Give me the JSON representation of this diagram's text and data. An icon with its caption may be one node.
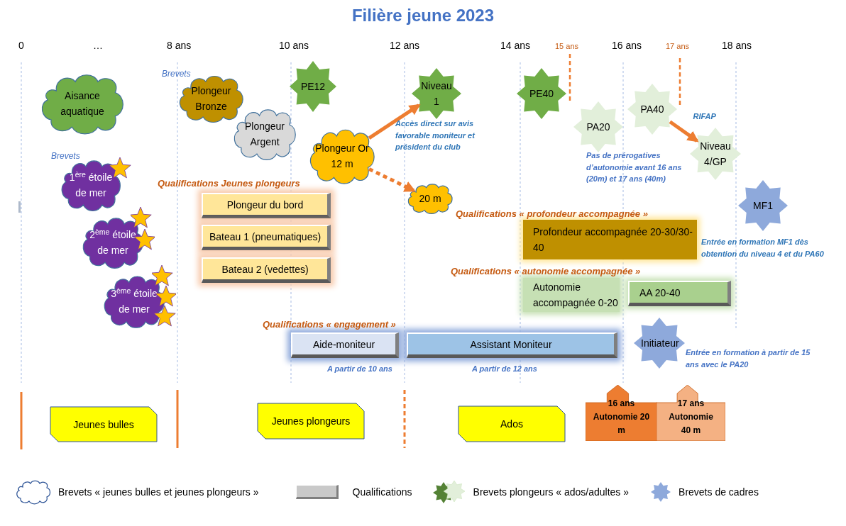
{
  "diagram": {
    "title": "Filière jeune 2023",
    "nodes": [
      {
        "text": [
          "Aisance aquatique"
        ]
      },
      {
        "text": [
          "Plongeur Bronze"
        ]
      },
      {
        "text": [
          "Plongeur Argent"
        ]
      },
      {
        "text": [
          "PE12"
        ]
      },
      {
        "text": [
          "Plongeur Or 12 m"
        ]
      },
      {
        "text": [
          "Niveau 1"
        ]
      },
      {
        "text": [
          "PE40"
        ]
      },
      {
        "text": [
          "PA20"
        ]
      },
      {
        "text": [
          "PA40"
        ]
      },
      {
        "text": [
          "Niveau 4/GP"
        ]
      },
      {
        "text": [
          "1$^{ère}$ étoile de mer"
        ]
      },
      {
        "text": [
          "20 m"
        ]
      },
      {
        "text": [
          "MF1"
        ]
      },
      {
        "text": [
          "2$^{ème}$ étoile de mer"
        ]
      },
      {
        "text": [
          "3$^{ème}$ étoile de mer"
        ]
      },
      {
        "text": [
          "Plongeur du bord"
        ]
      },
      {
        "text": [
          "Bateau 1 (pneumatiques)"
        ]
      },
      {
        "text": [
          "Bateau 2 (vedettes)"
        ]
      },
      {
        "text": [
          "Profondeur accompagnée 20-30/30-40"
        ]
      },
      {
        "text": [
          "Autonomie accompagnée 0-20"
        ]
      },
      {
        "text": [
          "AA 20-40"
        ]
      },
      {
        "text": [
          "Aide-moniteur"
        ],
        "beside": [
          "A partir de 10 ans"
        ]
      },
      {
        "text": [
          "Assistant Moniteur"
        ],
        "beside": [
          "A partir de 12 ans"
        ]
      },
      {
        "text": [
          "Initiateur"
        ]
      },
      {
        "text": [
          "Jeunes bulles"
        ]
      },
      {
        "text": [
          "Jeunes plongeurs"
        ]
      },
      {
        "text": [
          "Ados"
        ]
      },
      {
        "text": [
          "16 ans Autonomie 20 m"
        ]
      },
      {
        "text": [
          "17 ans Autonomie 40 m"
        ]
      }
    ],
    "edges": [
      {
        "from": 4,
        "to": 5,
        "arrow": "to"
      },
      {
        "from": 4,
        "to": 11,
        "arrow": "to",
        "style": "dashed"
      },
      {
        "from": 8,
        "to": 9,
        "arrow": "to",
        "label": "RIFAP"
      }
    ],
    "labels": [
      "0",
      "…",
      "8 ans",
      "10 ans",
      "12 ans",
      "14 ans",
      "15 ans",
      "16 ans",
      "17 ans",
      "18 ans",
      "Brevets",
      "Brevets",
      "Qualifications Jeunes plongeurs",
      "Accès direct sur avis favorable moniteur et président du club",
      "Pas de prérogatives d’autonomie avant 16 ans (20m) et 17 ans (40m)",
      "Qualifications « profondeur accompagnée »",
      "Entrée en formation MF1 dès obtention du niveau 4 et du PA60",
      "Qualifications « autonomie accompagnée »",
      "Qualifications « engagement »",
      "Entrée en formation à partir de 15 ans avec le PA20"
    ],
    "legend": [
      {
        "text": "Brevets « jeunes bulles et jeunes plongeurs »"
      },
      {
        "text": "Qualifications"
      },
      {
        "text": "Brevets plongeurs « ados/adultes »"
      },
      {
        "text": "Brevets de cadres"
      }
    ]
  }
}
